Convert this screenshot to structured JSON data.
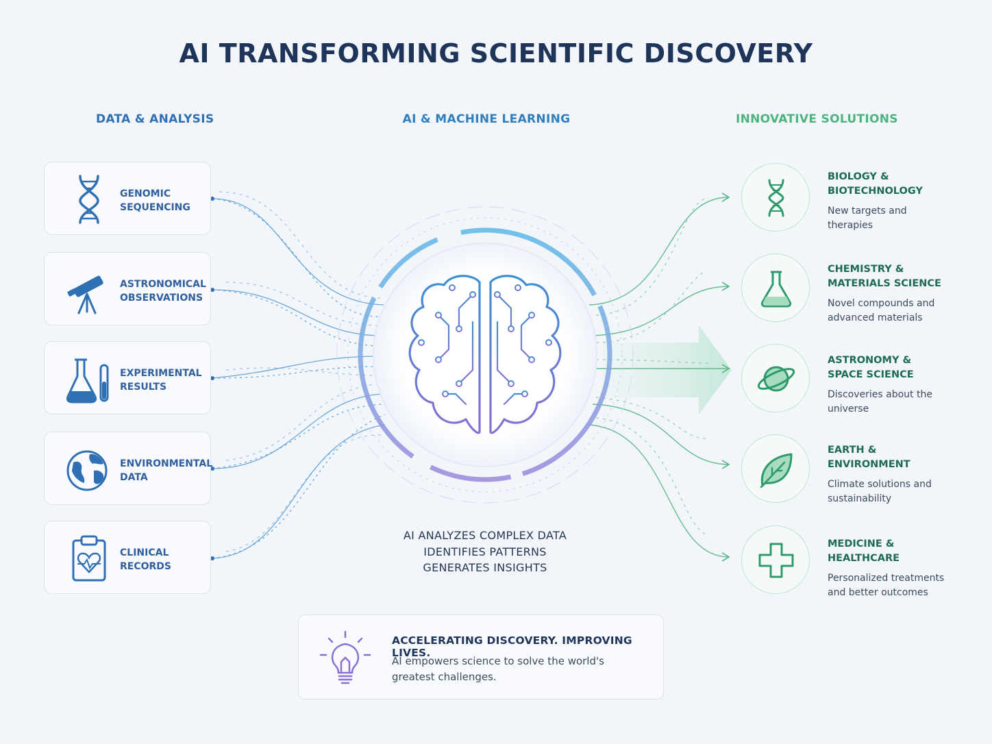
{
  "title": "AI TRANSFORMING SCIENTIFIC DISCOVERY",
  "columns": {
    "left": "DATA & ANALYSIS",
    "middle": "AI & MACHINE LEARNING",
    "right": "INNOVATIVE SOLUTIONS"
  },
  "sources": [
    {
      "label": "GENOMIC\nSEQUENCING",
      "icon": "dna-icon"
    },
    {
      "label": "ASTRONOMICAL\nOBSERVATIONS",
      "icon": "telescope-icon"
    },
    {
      "label": "EXPERIMENTAL\nRESULTS",
      "icon": "flask-icon"
    },
    {
      "label": "ENVIRONMENTAL\nDATA",
      "icon": "globe-icon"
    },
    {
      "label": "CLINICAL\nRECORDS",
      "icon": "clipboard-heart-icon"
    }
  ],
  "center": {
    "icon": "brain-circuit-icon",
    "caption": [
      "AI ANALYZES COMPLEX DATA",
      "IDENTIFIES PATTERNS",
      "GENERATES INSIGHTS"
    ]
  },
  "solutions": [
    {
      "title": "BIOLOGY &\nBIOTECHNOLOGY",
      "desc": "New targets and\ntherapies",
      "icon": "dna-icon"
    },
    {
      "title": "CHEMISTRY &\nMATERIALS SCIENCE",
      "desc": "Novel compounds and\nadvanced materials",
      "icon": "flask-icon"
    },
    {
      "title": "ASTRONOMY &\nSPACE SCIENCE",
      "desc": "Discoveries about the\nuniverse",
      "icon": "planet-icon"
    },
    {
      "title": "EARTH &\nENVIRONMENT",
      "desc": "Climate solutions and\nsustainability",
      "icon": "leaf-icon"
    },
    {
      "title": "MEDICINE &\nHEALTHCARE",
      "desc": "Personalized treatments\nand better outcomes",
      "icon": "medical-cross-icon"
    }
  ],
  "banner": {
    "title": "ACCELERATING DISCOVERY. IMPROVING LIVES.",
    "desc": "AI empowers science to solve the world's greatest challenges.",
    "icon": "lightbulb-icon"
  },
  "colors": {
    "navy": "#1f3459",
    "blue": "#2f6fb3",
    "green": "#4cb47c",
    "purple": "#8a6fd6"
  }
}
